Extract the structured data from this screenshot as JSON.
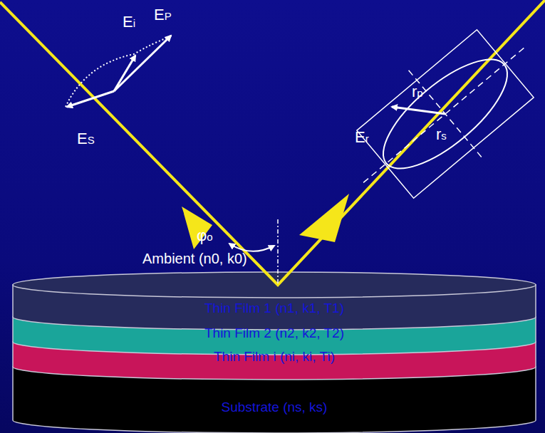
{
  "diagram": {
    "nodes": [
      {
        "text": [
          "Thin Film 1 (n1, k1, T1)"
        ]
      },
      {
        "text": [
          "Thin Film 2 (n2, k2, T2)"
        ]
      },
      {
        "text": [
          "Thin Film i (ni, ki, Ti)"
        ]
      },
      {
        "text": [
          "Substrate (ns, ks)"
        ]
      }
    ],
    "labels": [
      "Ei",
      "EP",
      "ES",
      "φo",
      "Er",
      "rp",
      "rs",
      "Ambient (n0, k0)"
    ]
  }
}
